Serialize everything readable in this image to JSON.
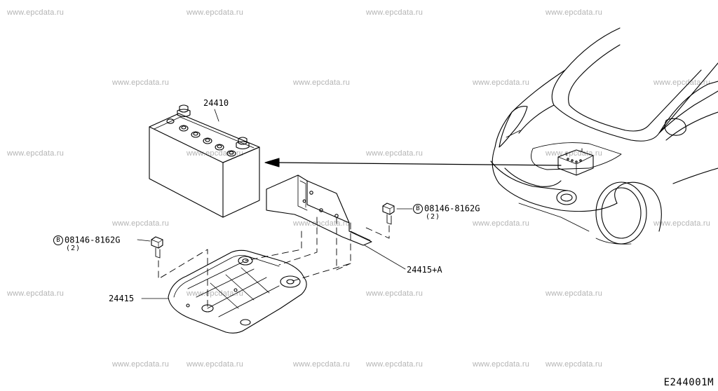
{
  "watermark": "www.epcdata.ru",
  "parts": {
    "battery": "24410",
    "frame": "24415",
    "bracket": "24415+A"
  },
  "bolts": [
    {
      "badge": "B",
      "number": "08146-8162G",
      "qty": "(2)"
    },
    {
      "badge": "B",
      "number": "08146-8162G",
      "qty": "(2)"
    }
  ],
  "diagram_code": "E244001M"
}
